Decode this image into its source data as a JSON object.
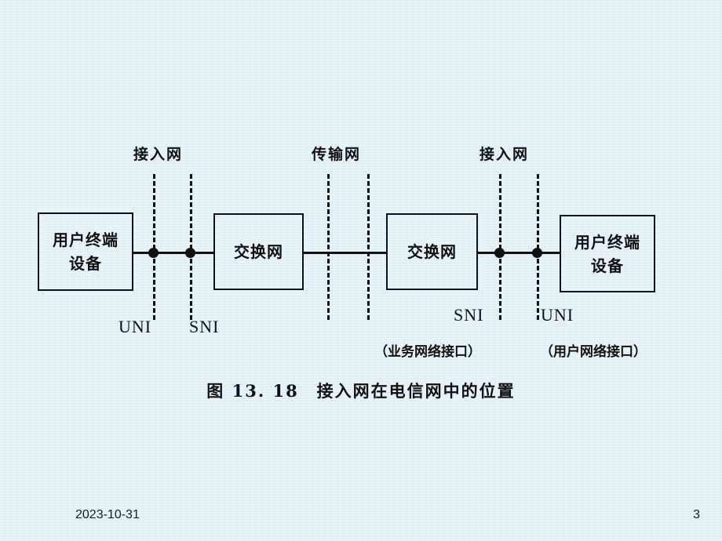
{
  "slide": {
    "background_color": "#d2e7f7",
    "ink_color": "#101010"
  },
  "diagram": {
    "zone_labels": [
      {
        "id": "access-network-left",
        "text": "接入网"
      },
      {
        "id": "transport-network",
        "text": "传输网"
      },
      {
        "id": "access-network-right",
        "text": "接入网"
      }
    ],
    "nodes": [
      {
        "id": "user-terminal-left",
        "line1": "用户终端",
        "line2": "设备"
      },
      {
        "id": "switching-network-left",
        "line1": "交换网",
        "line2": ""
      },
      {
        "id": "switching-network-right",
        "line1": "交换网",
        "line2": ""
      },
      {
        "id": "user-terminal-right",
        "line1": "用户终端",
        "line2": "设备"
      }
    ],
    "interface_labels": [
      {
        "id": "uni-left",
        "text": "UNI"
      },
      {
        "id": "sni-left",
        "text": "SNI"
      },
      {
        "id": "sni-right",
        "text": "SNI"
      },
      {
        "id": "uni-right",
        "text": "UNI"
      }
    ],
    "paren_labels": [
      {
        "id": "sni-expansion",
        "text": "（业务网络接口）"
      },
      {
        "id": "uni-expansion",
        "text": "（用户网络接口）"
      }
    ],
    "caption": "图 13. 18　接入网在电信网中的位置"
  },
  "footer": {
    "date": "2023-10-31",
    "page": "3"
  }
}
